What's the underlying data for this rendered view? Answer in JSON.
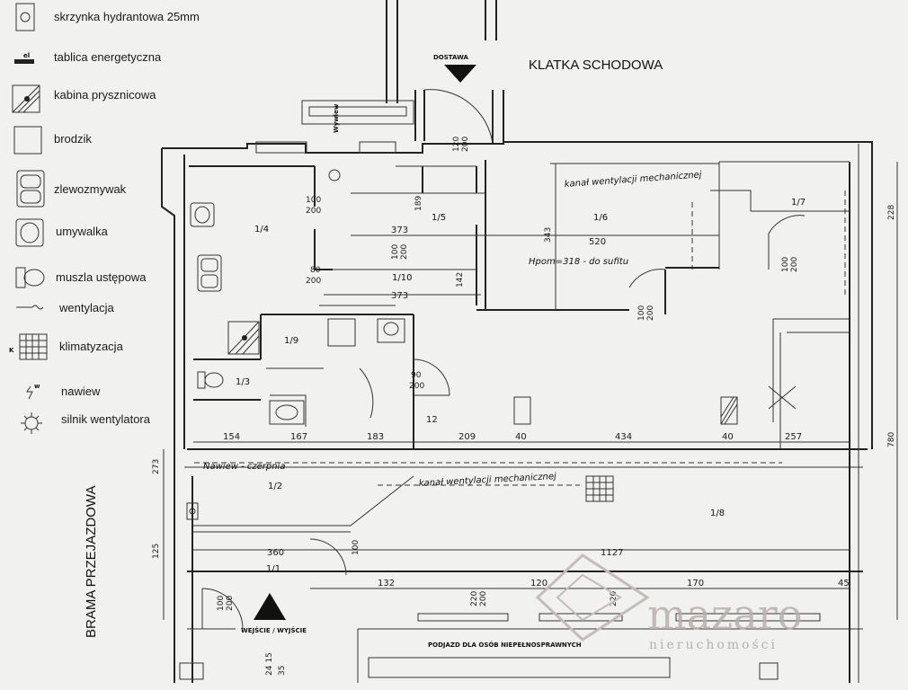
{
  "legend": [
    {
      "icon": "hydrant-box-icon",
      "label": "skrzynka hydrantowa 25mm"
    },
    {
      "icon": "power-panel-icon",
      "label": "tablica energetyczna"
    },
    {
      "icon": "shower-cabin-icon",
      "label": "kabina prysznicowa"
    },
    {
      "icon": "shower-tray-icon",
      "label": "brodzik"
    },
    {
      "icon": "sink-icon",
      "label": "zlewozmywak"
    },
    {
      "icon": "washbasin-icon",
      "label": "umywalka"
    },
    {
      "icon": "toilet-icon",
      "label": "muszla ustępowa"
    },
    {
      "icon": "ventilation-icon",
      "label": "wentylacja"
    },
    {
      "icon": "air-conditioning-icon",
      "label": "klimatyzacja"
    },
    {
      "icon": "air-inlet-icon",
      "label": "nawiew"
    },
    {
      "icon": "fan-motor-icon",
      "label": "silnik wentylatora"
    }
  ],
  "labels": {
    "delivery": "DOSTAWA",
    "stairwell": "KLATKA SCHODOWA",
    "gate": "BRAMA PRZEJAZDOWA",
    "entrance": "WEJŚCIE / WYJŚCIE",
    "ramp": "PODJAZD DLA OSÓB NIEPEŁNOSPRAWNYCH",
    "duct_top": "kanał wentylacji mechanicznej",
    "duct_bottom": "kanał wentylacji mechanicznej",
    "supply": "Nawiew - czerpnia",
    "height": "Hpom=318 - do sufitu",
    "exhaust": "Wywiew"
  },
  "rooms": {
    "r14": "1/4",
    "r15": "1/5",
    "r16": "1/6",
    "r17": "1/7",
    "r110": "1/10",
    "r19": "1/9",
    "r13": "1/3",
    "r12": "1/2",
    "r18": "1/8",
    "r11": "1/1"
  },
  "dims": {
    "d154": "154",
    "d167": "167",
    "d183": "183",
    "d209": "209",
    "d40a": "40",
    "d434": "434",
    "d40b": "40",
    "d257": "257",
    "d373a": "373",
    "d373b": "373",
    "d520": "520",
    "d360": "360",
    "d1127": "1127",
    "d132": "132",
    "d120": "120",
    "d170": "170",
    "d45": "45",
    "d12": "12",
    "d273": "273",
    "d125": "125",
    "d228": "228",
    "d780": "780",
    "d189": "189",
    "d142": "142",
    "d343": "343",
    "d2415": "24 15",
    "d35": "35"
  },
  "doors": {
    "d100_200_a": "100\n200",
    "d80_200": "80\n200",
    "d120_200": "120\n200",
    "d90_200": "90\n200"
  },
  "watermark": {
    "brand": "mazaro",
    "sub": "nieruchomości"
  }
}
